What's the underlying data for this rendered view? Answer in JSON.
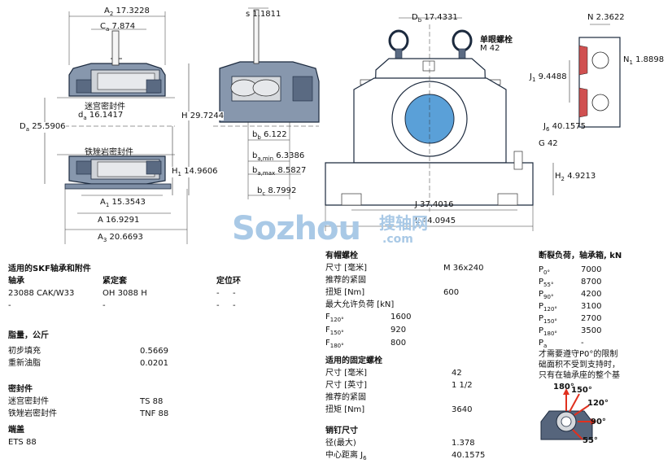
{
  "dims": {
    "A2": "A",
    "A2_sub": "2",
    "A2_val": "17.3228",
    "Ca": "C",
    "Ca_sub": "a",
    "Ca_val": "7.874",
    "s": "s",
    "s_val": "1.1811",
    "Db": "D",
    "Db_sub": "b",
    "Db_val": "17.4331",
    "single_bolt": "单眼螺栓",
    "M42": "M 42",
    "N": "N",
    "N_val": "2.3622",
    "N1": "N",
    "N1_sub": "1",
    "N1_val": "1.8898",
    "J1": "J",
    "J1_sub": "1",
    "J1_val": "9.4488",
    "labyrinth": "迷宫密封件",
    "da": "d",
    "da_sub": "a",
    "da_val": "16.1417",
    "H": "H",
    "H_val": "29.7244",
    "Da": "D",
    "Da_sub": "a",
    "Da_val": "25.5906",
    "taconite": "铁矬岩密封件",
    "H1": "H",
    "H1_sub": "1",
    "H1_val": "14.9606",
    "A1": "A",
    "A1_sub": "1",
    "A1_val": "15.3543",
    "A": "A",
    "A_val": "16.9291",
    "A3": "A",
    "A3_sub": "3",
    "A3_val": "20.6693",
    "bb": "b",
    "bb_sub": "b",
    "bb_val": "6.122",
    "bamin": "b",
    "bamin_sub": "a,min",
    "bamin_val": "6.3386",
    "bamax": "b",
    "bamax_sub": "a,max",
    "bamax_val": "8.5827",
    "bc": "b",
    "bc_sub": "c",
    "bc_val": "8.7992",
    "J6": "J",
    "J6_sub": "6",
    "J6_val": "40.1575",
    "G": "G",
    "G_val": "42",
    "H2": "H",
    "H2_sub": "2",
    "H2_val": "4.9213",
    "J": "J",
    "J_val": "37.4016",
    "L": "L",
    "L_val": "44.0945"
  },
  "watermark": {
    "main": "Sozhou",
    "com": ".com",
    "cn": "搜轴网"
  },
  "col1": {
    "title": "适用的SKF轴承和附件",
    "h_bearing": "轴承",
    "h_sleeve": "紧定套",
    "h_ring": "定位环",
    "row1": [
      "23088 CAK/W33",
      "OH 3088 H",
      "-",
      "-"
    ],
    "row2": [
      "-",
      "-",
      "-",
      "-"
    ],
    "grease_title": "脂量，公斤",
    "grease_rows": [
      [
        "初步填充",
        "0.5669"
      ],
      [
        "重新油脂",
        "0.0201"
      ]
    ],
    "seal_title": "密封件",
    "seal_rows": [
      [
        "迷宫密封件",
        "TS 88"
      ],
      [
        "铁矬岩密封件",
        "TNF 88"
      ]
    ],
    "end_title": "端盖",
    "end_val": "ETS 88"
  },
  "col2": {
    "cap_title": "有帽螺栓",
    "cap_rows": [
      [
        "尺寸 [毫米]",
        "M 36x240"
      ],
      [
        "推荐的紧固",
        ""
      ],
      [
        "扭矩 [Nm]",
        "600"
      ],
      [
        "最大允许负荷 [kN]",
        ""
      ]
    ],
    "F120": "F",
    "F120_sub": "120°",
    "F120_val": "1600",
    "F150": "F",
    "F150_sub": "150°",
    "F150_val": "920",
    "F180": "F",
    "F180_sub": "180°",
    "F180_val": "800",
    "fix_title": "适用的固定螺栓",
    "fix_rows": [
      [
        "尺寸 [毫米]",
        "42"
      ],
      [
        "尺寸 [英寸]",
        "1 1/2"
      ],
      [
        "推荐的紧固",
        ""
      ],
      [
        "扭矩 [Nm]",
        "3640"
      ]
    ],
    "dowel_title": "销钉尺寸",
    "dowel_rows": [
      [
        "径(最大)",
        "1.378"
      ]
    ],
    "dowel_dist": "中心距离 J",
    "dowel_dist_sub": "6",
    "dowel_dist_val": "40.1575"
  },
  "col3": {
    "title": "断裂负荷，轴承箱, kN",
    "rows": [
      [
        "P",
        "0°",
        "7000"
      ],
      [
        "P",
        "55°",
        "8700"
      ],
      [
        "P",
        "90°",
        "4200"
      ],
      [
        "P",
        "120°",
        "3100"
      ],
      [
        "P",
        "150°",
        "2700"
      ],
      [
        "P",
        "180°",
        "3500"
      ],
      [
        "P",
        "a",
        "-"
      ]
    ],
    "note1": "才需要遵守P0°的限制",
    "note2": "础面积不受到支持时，",
    "note3": "只有在轴承座的整个基",
    "angles": [
      "180°",
      "150°",
      "120°",
      "90°",
      "55°"
    ]
  },
  "colors": {
    "housing": "#7f8fa6",
    "dark": "#223044",
    "bearing": "#c9cdd2",
    "red": "#e0301e",
    "shaft": "#2e74b8"
  }
}
